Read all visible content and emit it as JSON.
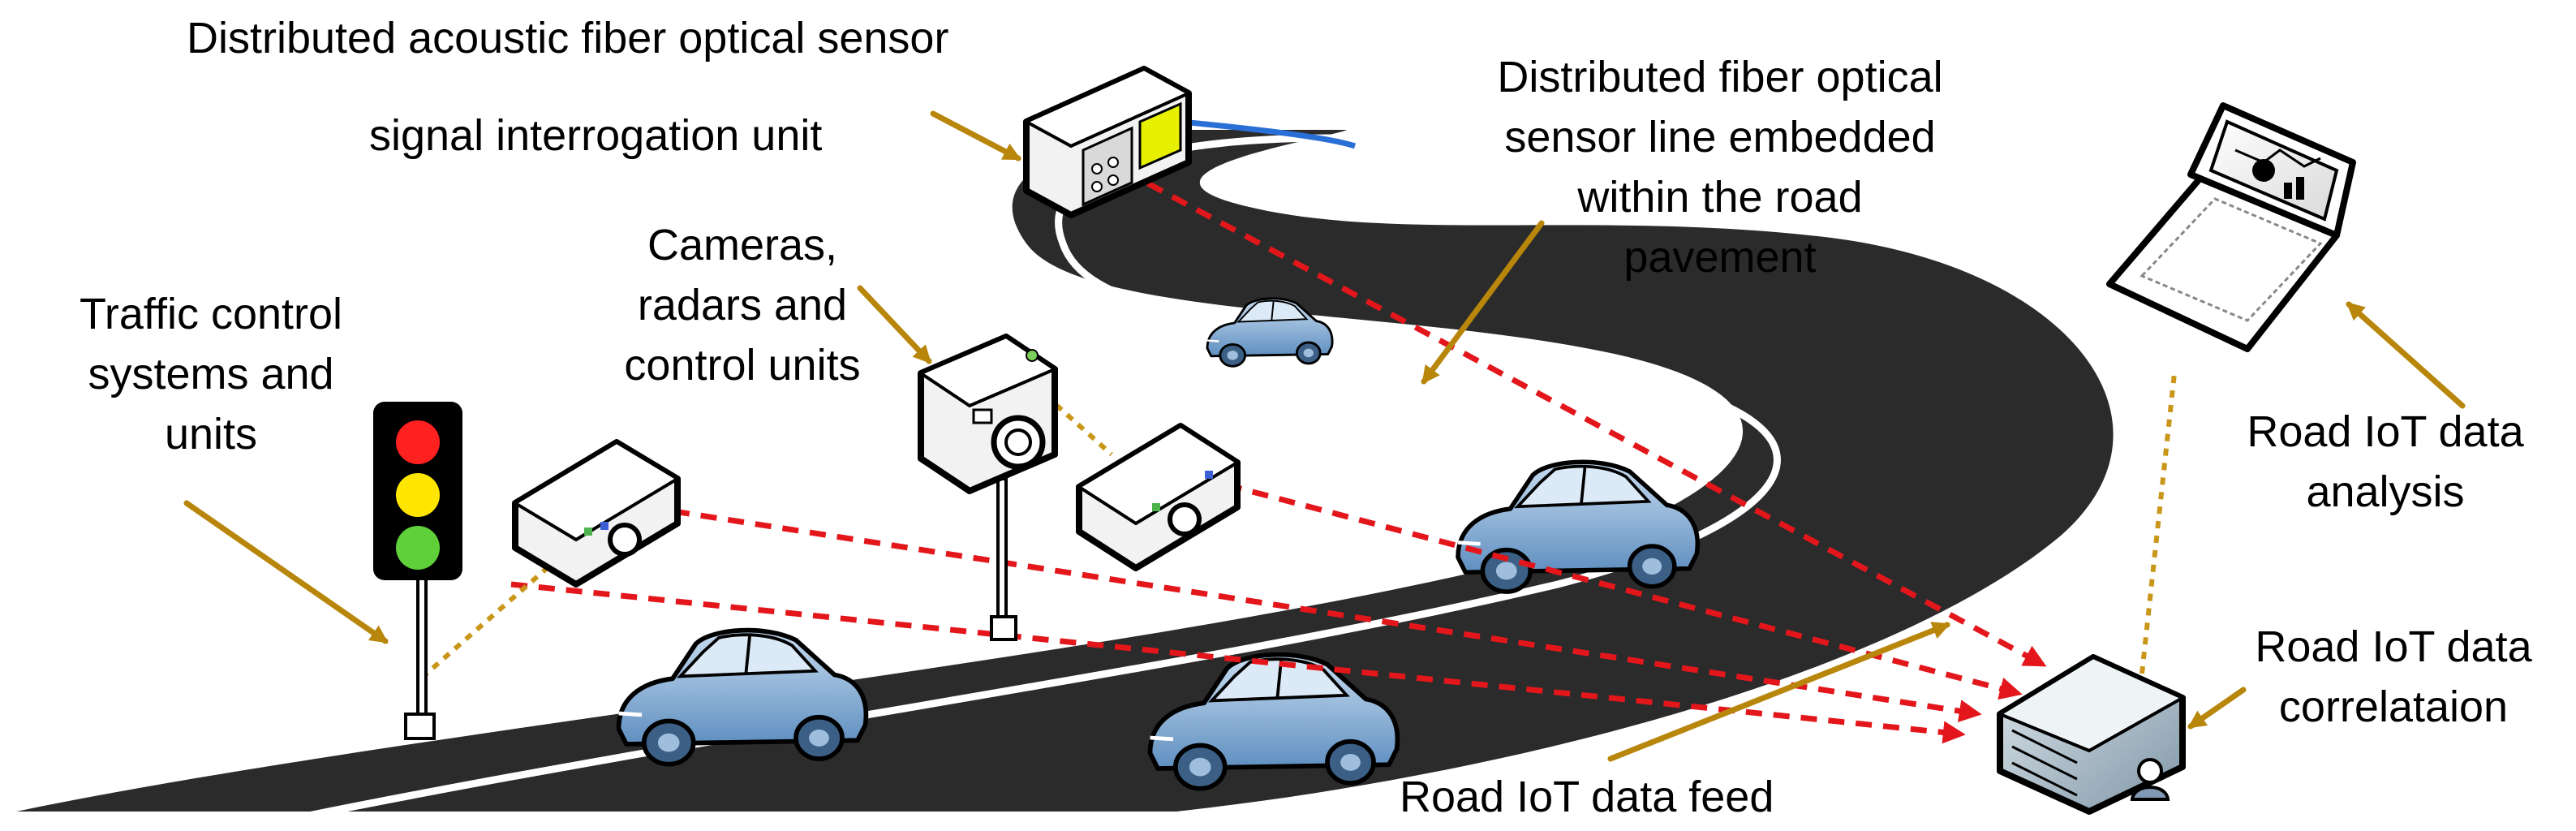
{
  "labels": {
    "das_title": "Distributed acoustic fiber optical sensor",
    "das_unit": "signal interrogation unit",
    "fiber_line": [
      "Distributed fiber optical",
      "sensor line embedded",
      "within the road",
      "pavement"
    ],
    "cameras": [
      "Cameras,",
      "radars and",
      "control units"
    ],
    "traffic": [
      "Traffic control",
      "systems and",
      "units"
    ],
    "analysis": [
      "Road IoT data",
      "analysis"
    ],
    "correlation": [
      "Road IoT data",
      "correlataion"
    ],
    "feed": "Road IoT data feed"
  },
  "colors": {
    "road": "#2b2b2b",
    "road_line": "#ffffff",
    "arrow": "#b8860b",
    "link_red": "#e3171b",
    "link_gold": "#c9961a",
    "car_body": "#8db3d9",
    "car_dark": "#4f7fae",
    "device": "#f2f2f2",
    "fiber_blue": "#2a6fd6"
  },
  "icons": [
    "traffic-light-icon",
    "camera-box-icon",
    "camera-pole-icon",
    "das-unit-icon",
    "laptop-icon",
    "server-icon",
    "car-icon"
  ]
}
